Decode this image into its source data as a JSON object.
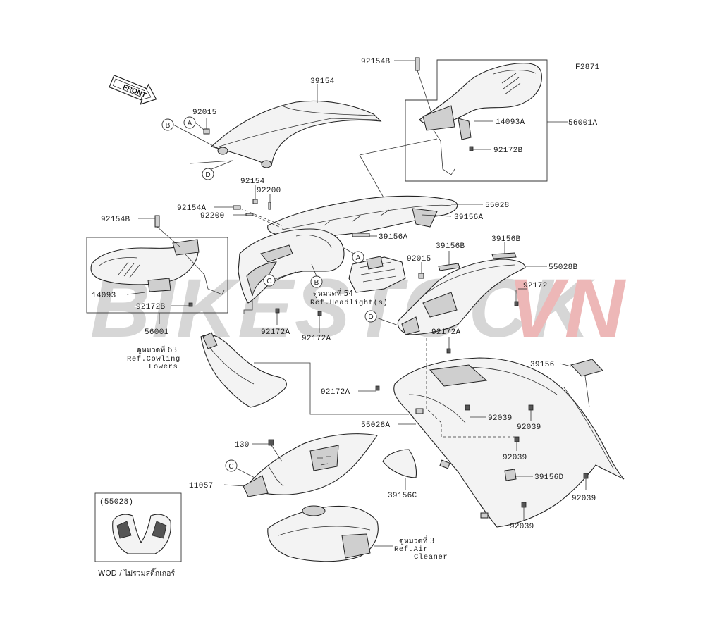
{
  "figure_code": "F2871",
  "front_arrow": "FRONT",
  "watermark": {
    "part1": "BIKESTOCK",
    "part2": "VN",
    "color1": "#c9c9c9",
    "color2": "#e8a0a0"
  },
  "labels": {
    "l39154": "39154",
    "l92015a": "92015",
    "l92154b_top": "92154B",
    "l56001a": "56001A",
    "l14093a": "14093A",
    "l92172b_top": "92172B",
    "l92154": "92154",
    "l92200a": "92200",
    "l92154a": "92154A",
    "l92200b": "92200",
    "l55028": "55028",
    "l39156a_1": "39156A",
    "l39156a_2": "39156A",
    "l92154b_left": "92154B",
    "l14093": "14093",
    "l92172b_left": "92172B",
    "l56001": "56001",
    "l92172a_1": "92172A",
    "l92172a_2": "92172A",
    "l92015b": "92015",
    "l39156b_1": "39156B",
    "l39156b_2": "39156B",
    "l55028b": "55028B",
    "l92172": "92172",
    "l92172a_3": "92172A",
    "l39156": "39156",
    "l92172a_4": "92172A",
    "l55028a": "55028A",
    "l92039_1": "92039",
    "l92039_2": "92039",
    "l92039_3": "92039",
    "l92039_4": "92039",
    "l92039_5": "92039",
    "l39156d": "39156D",
    "l39156c": "39156C",
    "l130": "130",
    "l11057": "11057",
    "inset_label": "(55028)",
    "wod_note": "WOD / ไม่รวมสติ๊กเกอร์"
  },
  "refs": {
    "headlight_thai": "ดูหมวดที่ 54",
    "headlight_en": "Ref.Headlight(s)",
    "cowling_thai": "ดูหมวดที่ 63",
    "cowling_en1": "Ref.Cowling",
    "cowling_en2": "Lowers",
    "air_thai": "ดูหมวดที่ 3",
    "air_en1": "Ref.Air",
    "air_en2": "Cleaner"
  },
  "callouts": {
    "A": "A",
    "B": "B",
    "C": "C",
    "D": "D"
  }
}
